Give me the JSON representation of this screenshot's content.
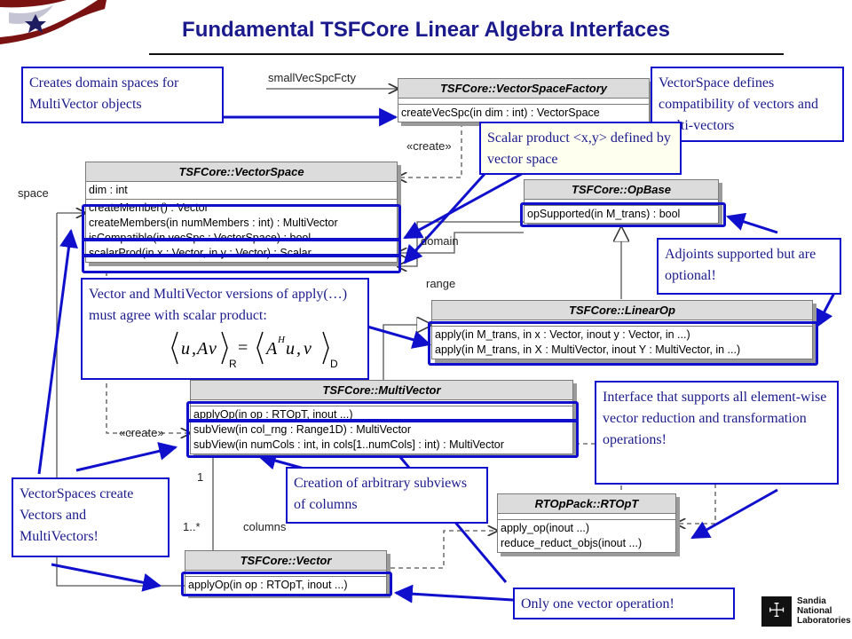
{
  "title": "Fundamental TSFCore Linear Algebra Interfaces",
  "uml_labels": {
    "small_vec_spc_fcty": "smallVecSpcFcty",
    "space": "space",
    "domain": "domain",
    "range": "range",
    "create_top": "«create»",
    "create_left": "«create»",
    "one": "1",
    "one_many": "1..*",
    "columns": "columns"
  },
  "classes": {
    "vector_space_factory": {
      "name": "TSFCore::VectorSpaceFactory",
      "ops": [
        "createVecSpc(in dim : int) : VectorSpace"
      ]
    },
    "vector_space": {
      "name": "TSFCore::VectorSpace",
      "attrs": [
        "dim : int"
      ],
      "ops": [
        "createMember() : Vector",
        "createMembers(in numMembers : int) : MultiVector",
        "isCompatible(in vecSpc : VectorSpace) : bool",
        "scalarProd(in x : Vector, in y : Vector) : Scalar"
      ]
    },
    "op_base": {
      "name": "TSFCore::OpBase",
      "ops": [
        "opSupported(in M_trans) : bool"
      ]
    },
    "linear_op": {
      "name": "TSFCore::LinearOp",
      "ops": [
        "apply(in M_trans, in x : Vector, inout y : Vector, in ...)",
        "apply(in M_trans, in X : MultiVector, inout Y : MultiVector, in ...)"
      ]
    },
    "multi_vector": {
      "name": "TSFCore::MultiVector",
      "ops": [
        "applyOp(in op : RTOpT, inout ...)",
        "subView(in col_rng : Range1D) : MultiVector",
        "subView(in numCols : int, in cols[1..numCols] : int) : MultiVector"
      ]
    },
    "rtop_t": {
      "name": "RTOpPack::RTOpT",
      "ops": [
        "apply_op(inout ...)",
        "reduce_reduct_objs(inout ...)"
      ]
    },
    "vector": {
      "name": "TSFCore::Vector",
      "ops": [
        "applyOp(in op : RTOpT, inout ...)"
      ]
    }
  },
  "notes": {
    "domain_spaces": "Creates domain spaces for MultiVector objects",
    "compatibility": "VectorSpace defines compatibility of vectors and multi-vectors",
    "scalar_product": "Scalar product <x,y> defined by vector space",
    "adjoints": "Adjoints supported but are optional!",
    "apply_versions": "Vector and MultiVector versions of apply(…) must agree with scalar product:",
    "reduction": "Interface that supports all element-wise vector reduction and transformation operations!",
    "create_vectors": "VectorSpaces create Vectors and MultiVectors!",
    "subviews": "Creation of arbitrary subviews of columns",
    "one_op": "Only one vector operation!"
  },
  "formula": {
    "lhs_subscript": "R",
    "rhs_subscript": "D",
    "adjoint_superscript": "H"
  },
  "logo": {
    "line1": "Sandia",
    "line2": "National",
    "line3": "Laboratories"
  },
  "colors": {
    "highlight": "#1010cc",
    "note_text": "#1a1a8c",
    "title": "#1a1a8c",
    "class_header": "#dcdcdc"
  }
}
